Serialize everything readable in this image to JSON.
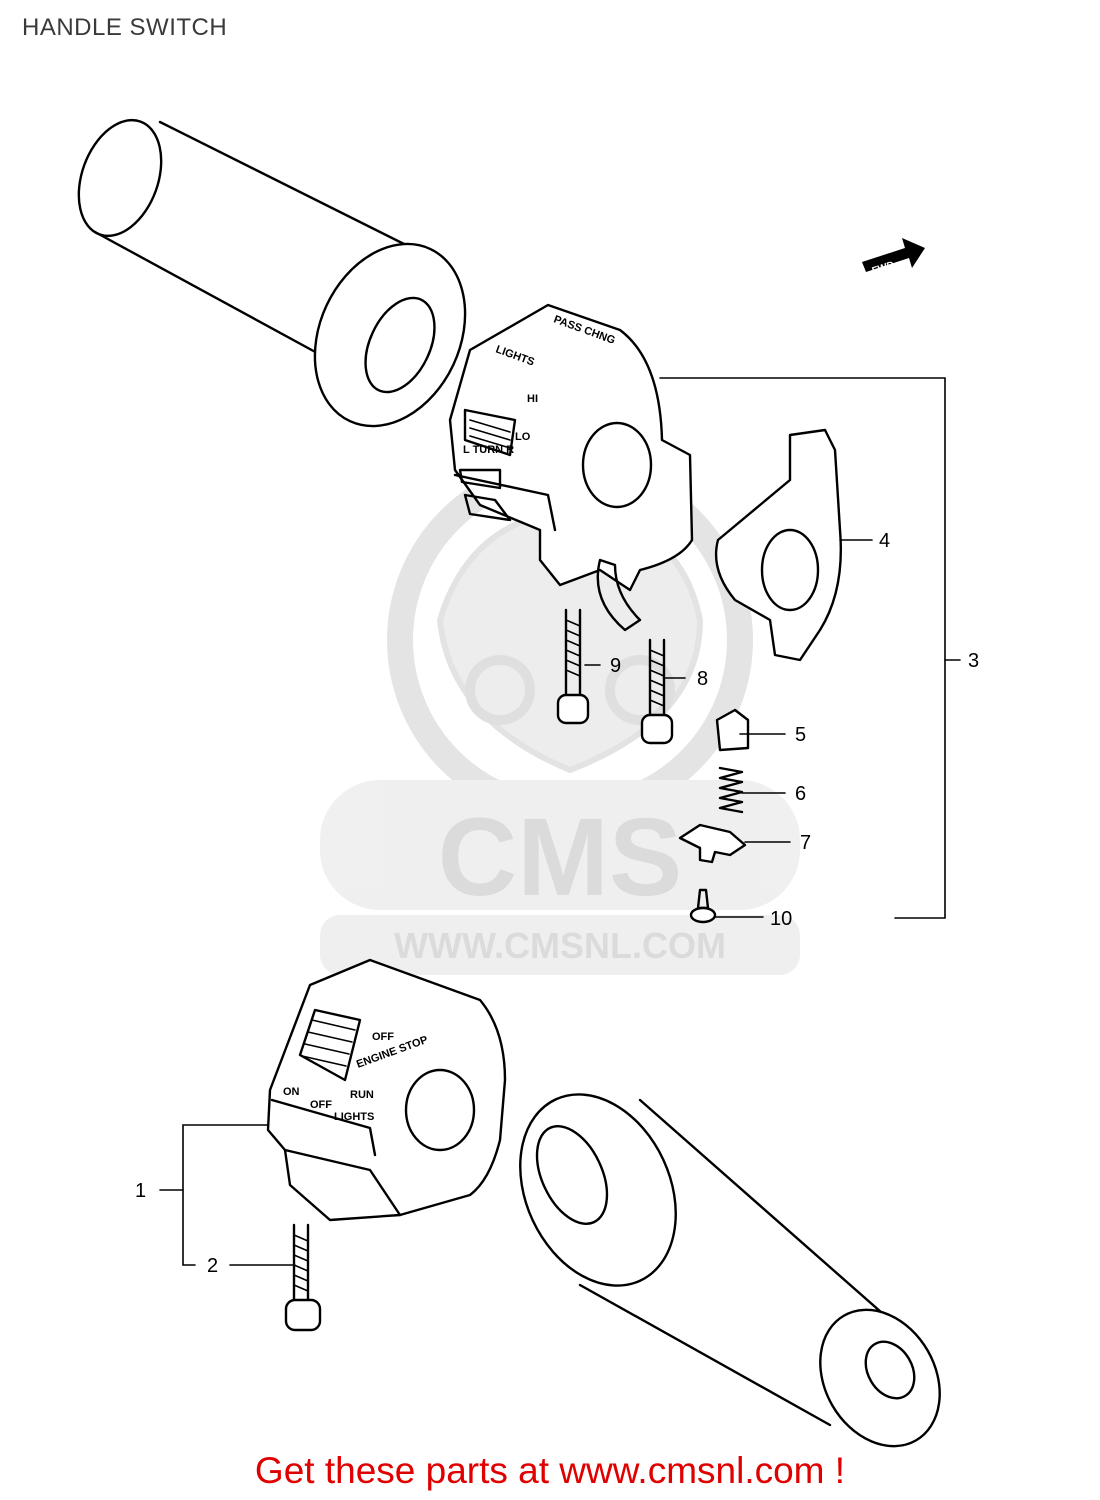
{
  "title": "HANDLE SWITCH",
  "footer": "Get these parts at www.cmsnl.com !",
  "watermark": {
    "logo_text": "CMS",
    "url_text": "WWW.CMSNL.COM"
  },
  "fwd_arrow_text": "FWD",
  "right_switch_labels": {
    "pass_chng": "PASS CHNG",
    "lights": "LIGHTS",
    "hi": "HI",
    "lo": "LO",
    "turn": "L  TURN  R"
  },
  "left_switch_labels": {
    "off": "OFF",
    "engine_stop": "ENGINE\nSTOP",
    "run": "RUN",
    "on": "ON",
    "off2": "OFF",
    "lights": "LIGHTS"
  },
  "callouts": [
    "1",
    "2",
    "3",
    "4",
    "5",
    "6",
    "7",
    "8",
    "9",
    "10"
  ],
  "colors": {
    "footer": "#e00000",
    "title": "#3a3a3a",
    "watermark": "#d8d8d8"
  }
}
